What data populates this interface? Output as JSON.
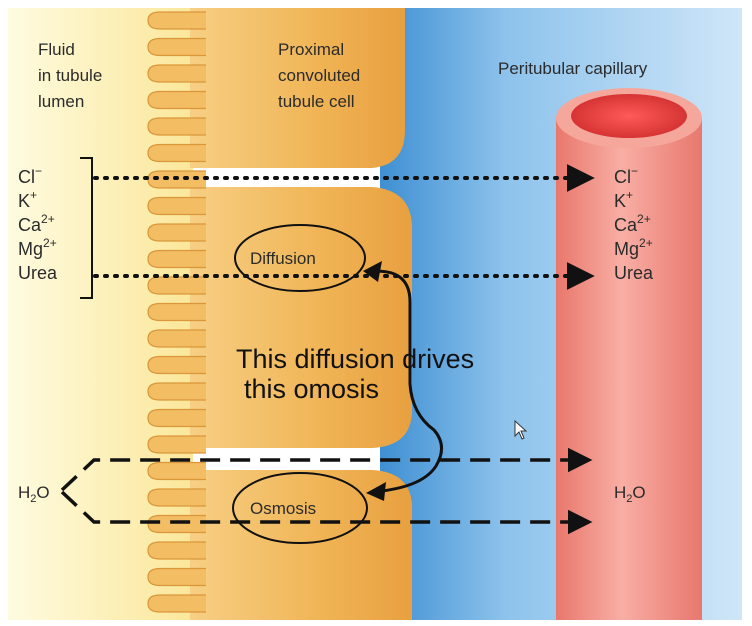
{
  "regions": {
    "lumen": {
      "label_lines": [
        "Fluid",
        "in tubule",
        "lumen"
      ]
    },
    "tubule_cell": {
      "label_lines": [
        "Proximal",
        "convoluted",
        "tubule cell"
      ]
    },
    "capillary": {
      "label": "Peritubular capillary"
    }
  },
  "solutes_left": [
    {
      "base": "Cl",
      "sup": "−"
    },
    {
      "base": "K",
      "sup": "+"
    },
    {
      "base": "Ca",
      "sup": "2+"
    },
    {
      "base": "Mg",
      "sup": "2+"
    },
    {
      "base": "Urea",
      "sup": ""
    }
  ],
  "solutes_right": [
    {
      "base": "Cl",
      "sup": "−"
    },
    {
      "base": "K",
      "sup": "+"
    },
    {
      "base": "Ca",
      "sup": "2+"
    },
    {
      "base": "Mg",
      "sup": "2+"
    },
    {
      "base": "Urea",
      "sup": ""
    }
  ],
  "water": {
    "left": {
      "base": "H",
      "sub": "2",
      "tail": "O"
    },
    "right": {
      "base": "H",
      "sub": "2",
      "tail": "O"
    }
  },
  "processes": {
    "diffusion": "Diffusion",
    "osmosis": "Osmosis"
  },
  "annotation": {
    "line1": "This diffusion drives",
    "line2": "this omosis"
  },
  "colors": {
    "lumen": "#fdf0a8",
    "cell": "#f2b65a",
    "interstitial": "#8ec3ec",
    "capillary": "#f4948a",
    "capillary_inner": "#e84a4a",
    "line": "#111111"
  }
}
